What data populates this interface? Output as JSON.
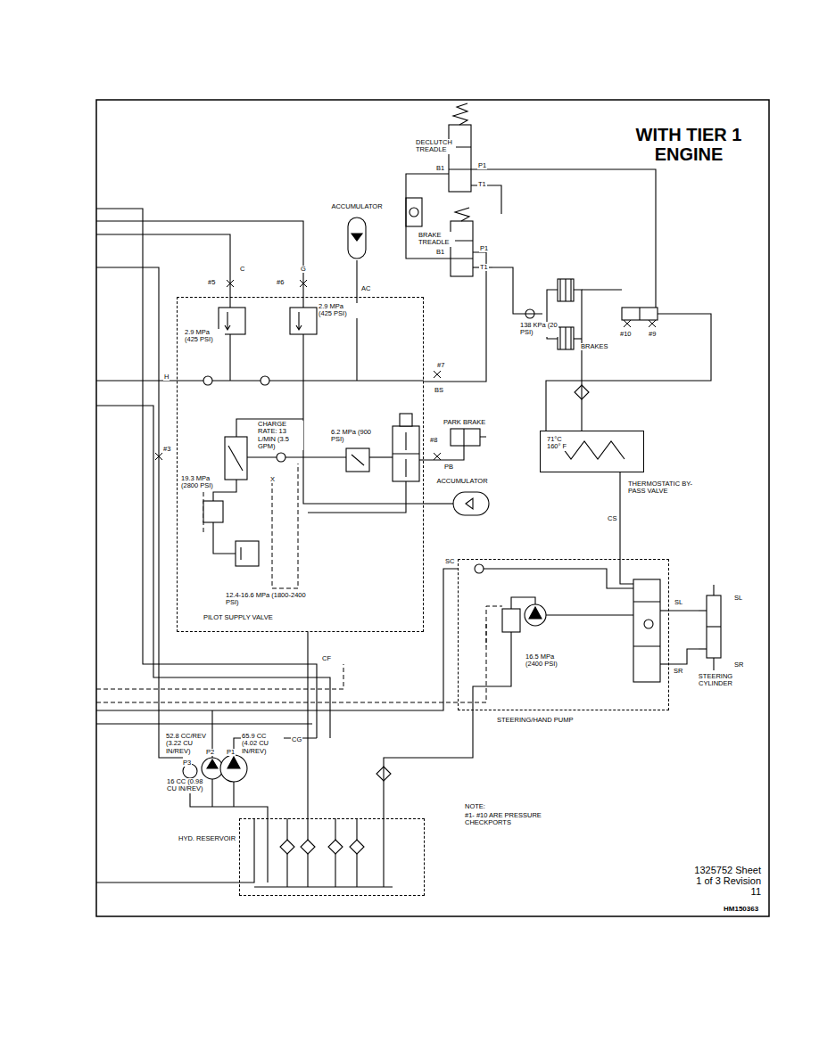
{
  "diagram": {
    "title": "WITH TIER 1 ENGINE",
    "nodes": [
      {
        "text": [
          "DECLUTCH TREADLE"
        ]
      },
      {
        "text": [
          "BRAKE TREADLE"
        ]
      },
      {
        "text": [
          "ACCUMULATOR"
        ]
      },
      {
        "text": [
          "PILOT SUPPLY VALVE"
        ]
      },
      {
        "text": [
          "PARK BRAKE"
        ]
      },
      {
        "text": [
          "ACCUMULATOR"
        ]
      },
      {
        "text": [
          "BRAKES"
        ]
      },
      {
        "text": [
          "71°C 160° F",
          "THERMOSTATIC BY-PASS VALVE"
        ]
      },
      {
        "text": [
          "STEERING/HAND PUMP"
        ]
      },
      {
        "text": [
          "STEERING CYLINDER"
        ]
      },
      {
        "text": [
          "HYD. RESERVOIR"
        ]
      }
    ],
    "edges": [
      {
        "from": 0,
        "to": 1,
        "arrow": "none"
      },
      {
        "from": 3,
        "to": 2,
        "arrow": "none"
      },
      {
        "from": 3,
        "to": 4,
        "arrow": "none"
      },
      {
        "from": 3,
        "to": 5,
        "arrow": "none"
      },
      {
        "from": 3,
        "to": 1,
        "arrow": "none"
      },
      {
        "from": 1,
        "to": 6,
        "arrow": "none"
      },
      {
        "from": 6,
        "to": 7,
        "arrow": "none"
      },
      {
        "from": 7,
        "to": 8,
        "arrow": "none"
      },
      {
        "from": 8,
        "to": 9,
        "arrow": "none"
      },
      {
        "from": 8,
        "to": 9,
        "arrow": "none"
      },
      {
        "from": 3,
        "to": 10,
        "arrow": "none"
      },
      {
        "from": 8,
        "to": 10,
        "arrow": "none"
      }
    ],
    "labels": [
      "#5",
      "C",
      "#6",
      "G",
      "AC",
      "2.9 MPa (425 PSI)",
      "2.9 MPa (425 PSI)",
      "H",
      "#7",
      "BS",
      "CHARGE RATE: 13 L/MIN (3.5 GPM)",
      "6.2 MPa (900 PSI)",
      "#8",
      "PB",
      "#3",
      "19.3 MPa (2800 PSI)",
      "X",
      "12.4-16.6 MPa (1800-2400 PSI)",
      "B1",
      "P1",
      "T1",
      "B1",
      "P1",
      "T1",
      "138 KPa (20 PSI)",
      "#10",
      "#9",
      "CS",
      "SC",
      "16.5 MPa (2400 PSI)",
      "SL",
      "SL",
      "SR",
      "SR",
      "CF",
      "CG",
      "52.8 CC/REV (3.22 CU IN/REV)",
      "65.9 CC (4.02 CU IN/REV)",
      "16 CC (0.98 CU IN/REV)",
      "P3",
      "P2",
      "P1",
      "NOTE:",
      "#1- #10 ARE PRESSURE CHECKPORTS",
      "1325752 Sheet 1 of 3 Revision 11",
      "HM150363"
    ]
  }
}
